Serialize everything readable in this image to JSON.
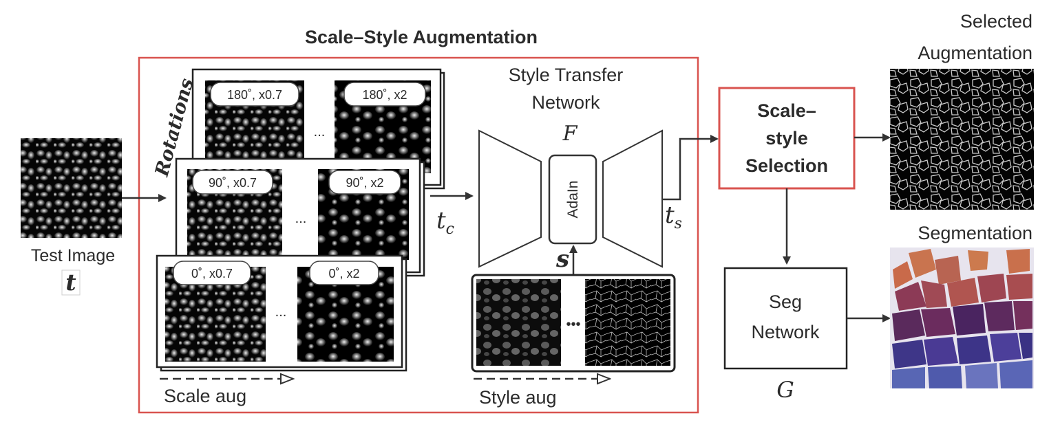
{
  "title": "Scale–Style Augmentation",
  "test_image": {
    "label": "Test Image",
    "symbol": "t"
  },
  "rotations_label": "Rotations",
  "cards": [
    {
      "left": "180˚, x0.7",
      "right": "180˚, x2"
    },
    {
      "left": "90˚, x0.7",
      "right": "90˚, x2"
    },
    {
      "left": "0˚, x0.7",
      "right": "0˚, x2"
    }
  ],
  "ellipsis": "...",
  "style_ellipsis": "•••",
  "tc": {
    "base": "t",
    "sub": "c"
  },
  "ts": {
    "base": "t",
    "sub": "s"
  },
  "scale_aug": "Scale aug",
  "style_aug": "Style aug",
  "style_transfer": {
    "line1": "Style Transfer",
    "line2": "Network",
    "symbol": "F",
    "adain": "AdaIn",
    "style_symbol": "s"
  },
  "selection": {
    "line1": "Scale–",
    "line2": "style",
    "line3": "Selection"
  },
  "seg_network": {
    "line1": "Seg",
    "line2": "Network",
    "symbol": "G"
  },
  "selected_aug": {
    "line1": "Selected",
    "line2": "Augmentation"
  },
  "segmentation_label": "Segmentation",
  "colors": {
    "accent_red": "#d9534f",
    "line": "#333333"
  }
}
